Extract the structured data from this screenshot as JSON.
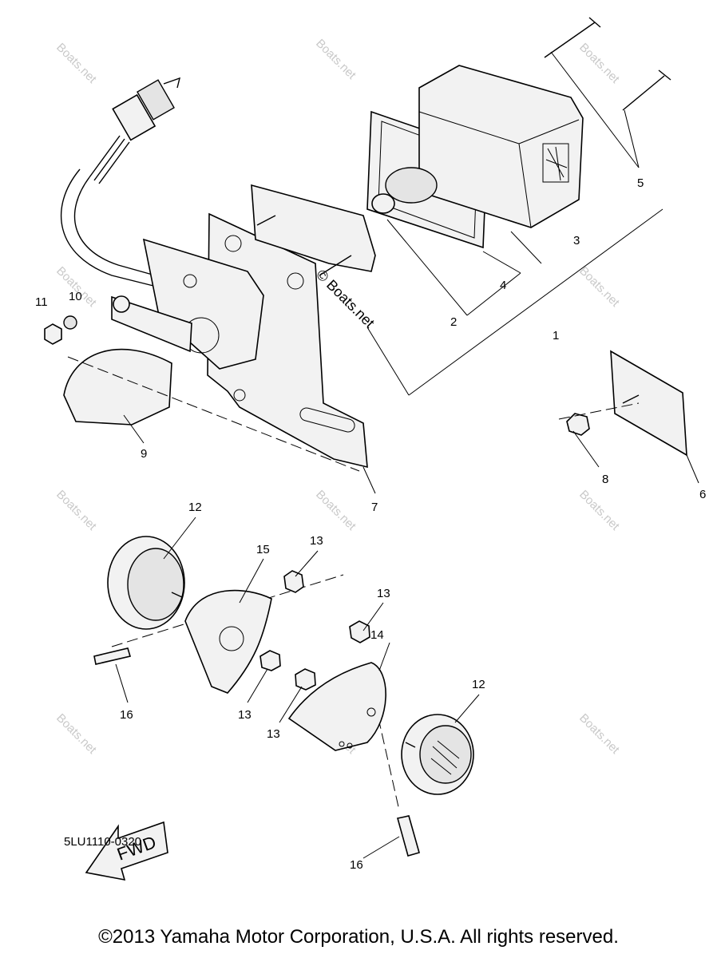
{
  "callouts": [
    "1",
    "2",
    "3",
    "4",
    "5",
    "6",
    "7",
    "8",
    "9",
    "10",
    "11",
    "12",
    "13",
    "14",
    "15",
    "16"
  ],
  "fwd_label": "FWD",
  "watermark": "Boats.net",
  "watermark_stamp": "© Boats.net",
  "diagram_code": "5LU1110-0320",
  "copyright": "©2013 Yamaha Motor Corporation, U.S.A. All rights reserved."
}
